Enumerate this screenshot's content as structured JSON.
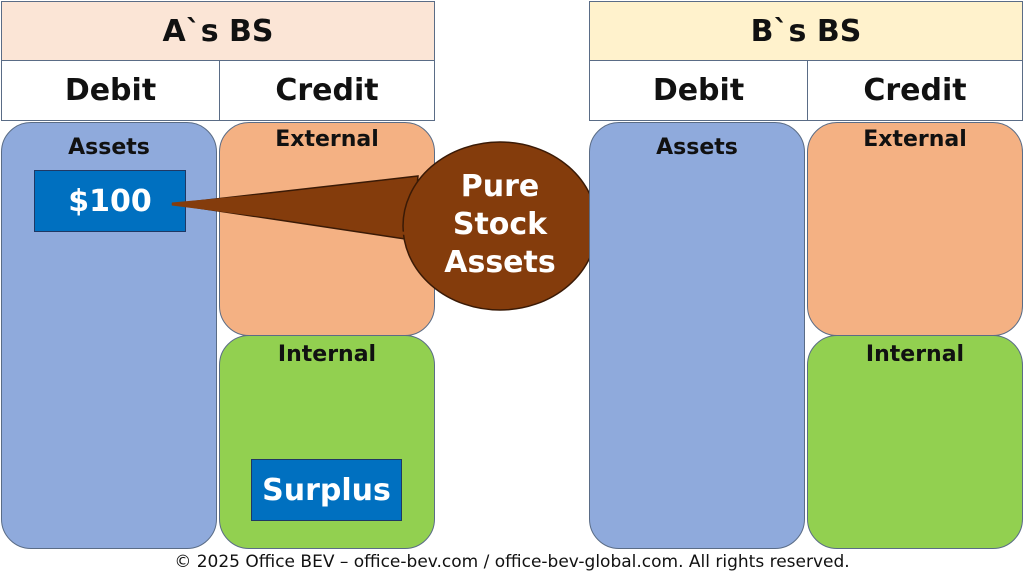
{
  "balance_sheets": [
    {
      "title": "A`s BS",
      "title_color": "#fbe5d6",
      "debit_label": "Debit",
      "credit_label": "Credit",
      "assets_label": "Assets",
      "external_label": "External",
      "internal_label": "Internal",
      "assets_item": "$100",
      "internal_item": "Surplus"
    },
    {
      "title": "B`s BS",
      "title_color": "#fff2cc",
      "debit_label": "Debit",
      "credit_label": "Credit",
      "assets_label": "Assets",
      "external_label": "External",
      "internal_label": "Internal"
    }
  ],
  "callout": {
    "lines": [
      "Pure",
      "Stock",
      "Assets"
    ],
    "color": "#843c0c"
  },
  "colors": {
    "assets": "#8faadc",
    "external": "#f4b183",
    "internal": "#92d050",
    "value_box": "#0070c0"
  },
  "footer": "© 2025 Office BEV – office-bev.com / office-bev-global.com. All rights reserved."
}
